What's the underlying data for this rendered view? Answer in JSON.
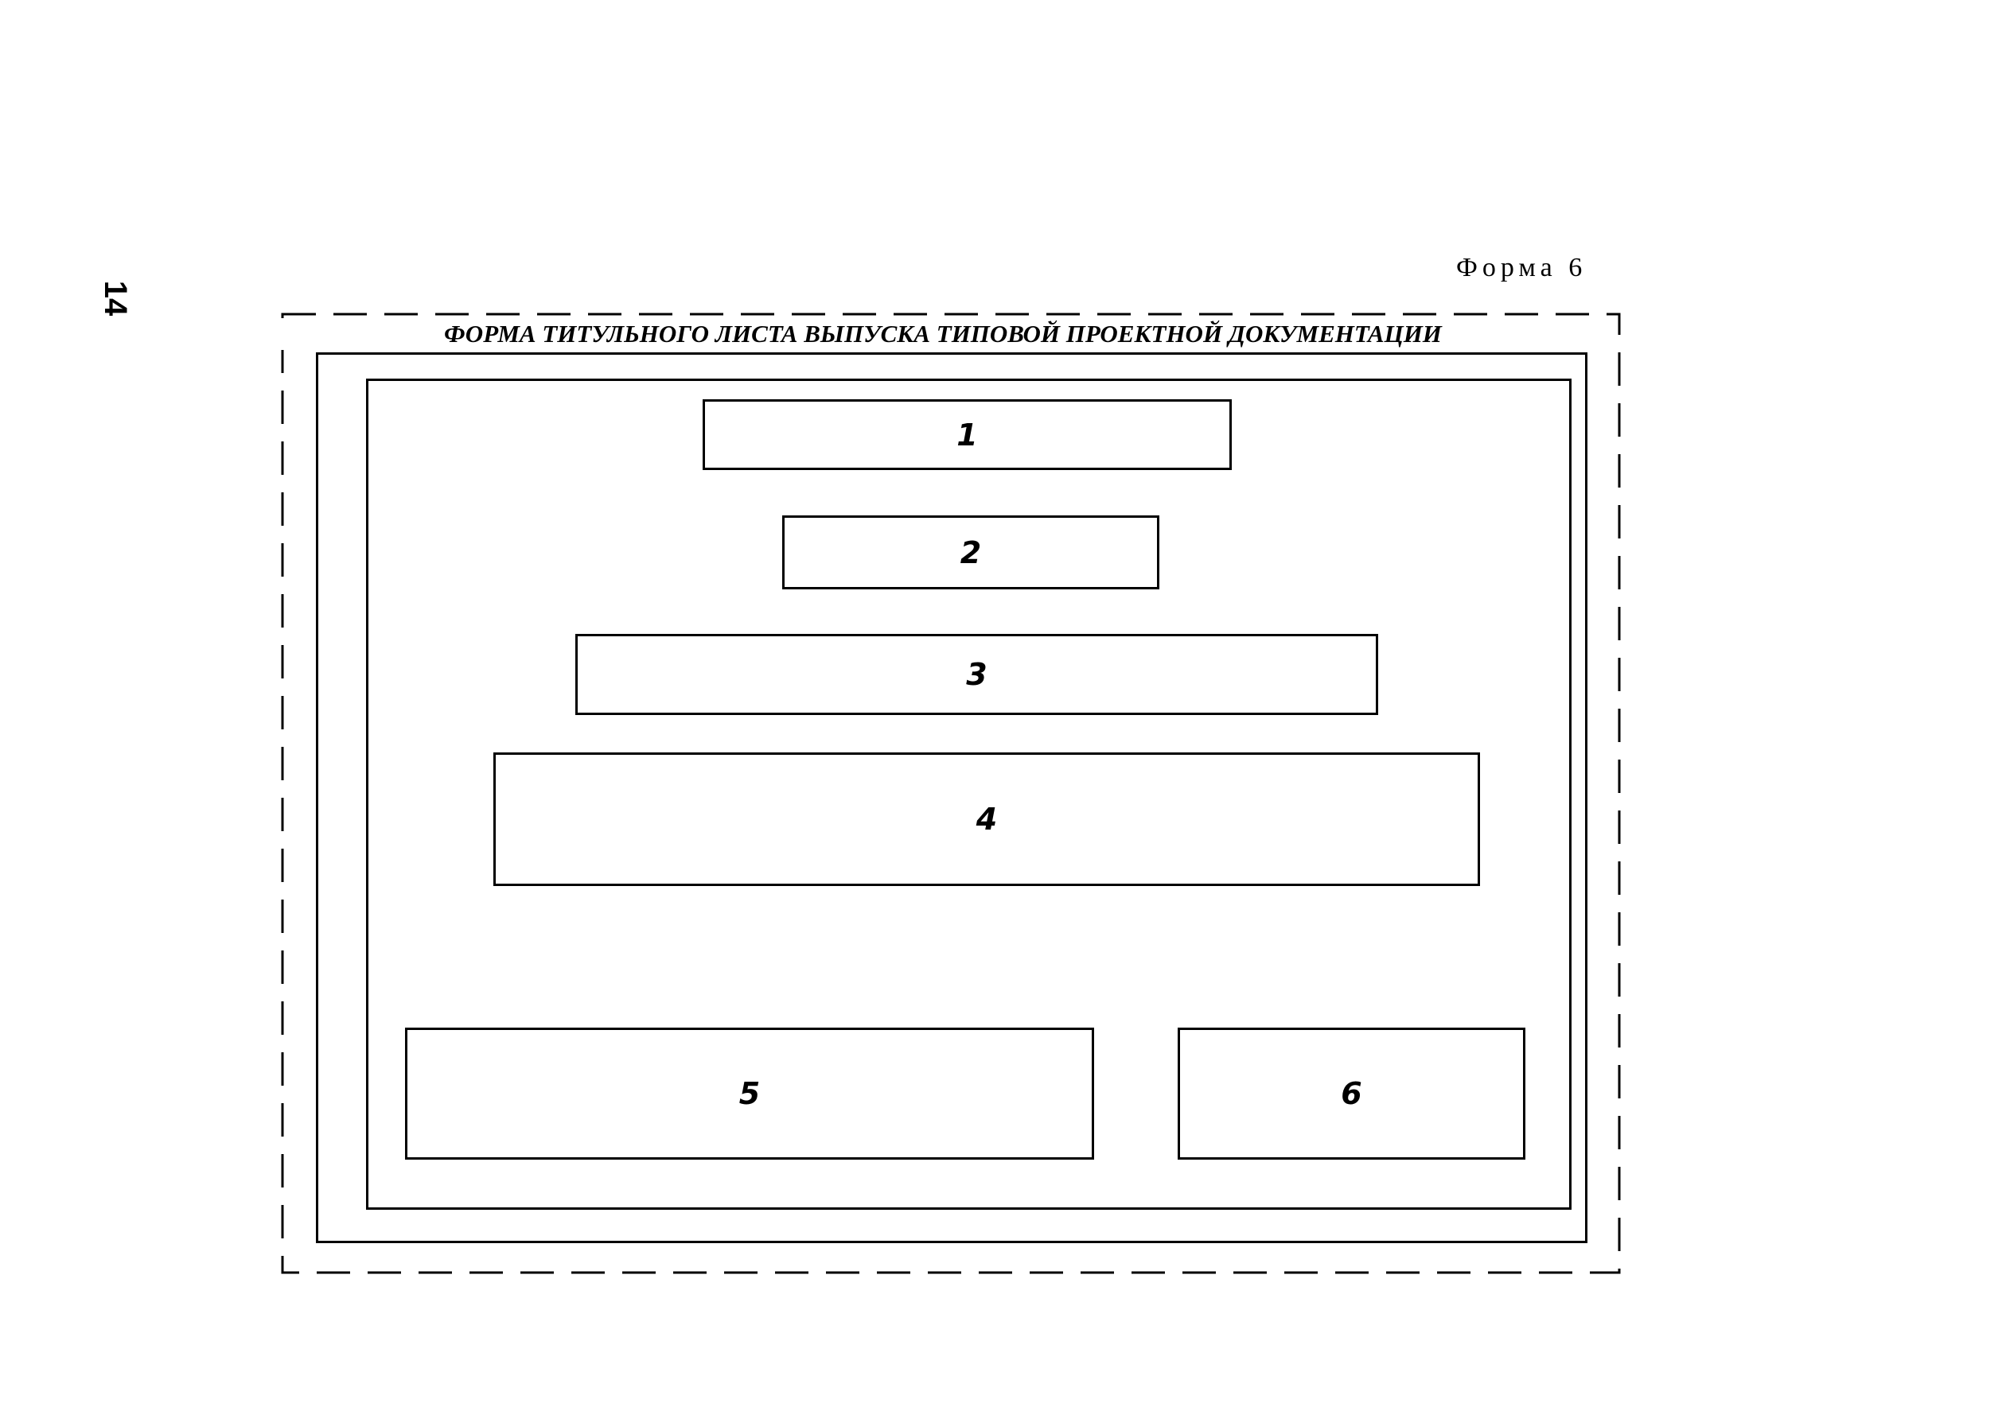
{
  "page": {
    "number": "14",
    "form_label": "Форма 6",
    "title": "ФОРМА ТИТУЛЬНОГО ЛИСТА ВЫПУСКА ТИПОВОЙ ПРОЕКТНОЙ ДОКУМЕНТАЦИИ"
  },
  "fields": [
    {
      "label": "1"
    },
    {
      "label": "2"
    },
    {
      "label": "3"
    },
    {
      "label": "4"
    },
    {
      "label": "5"
    },
    {
      "label": "6"
    }
  ]
}
